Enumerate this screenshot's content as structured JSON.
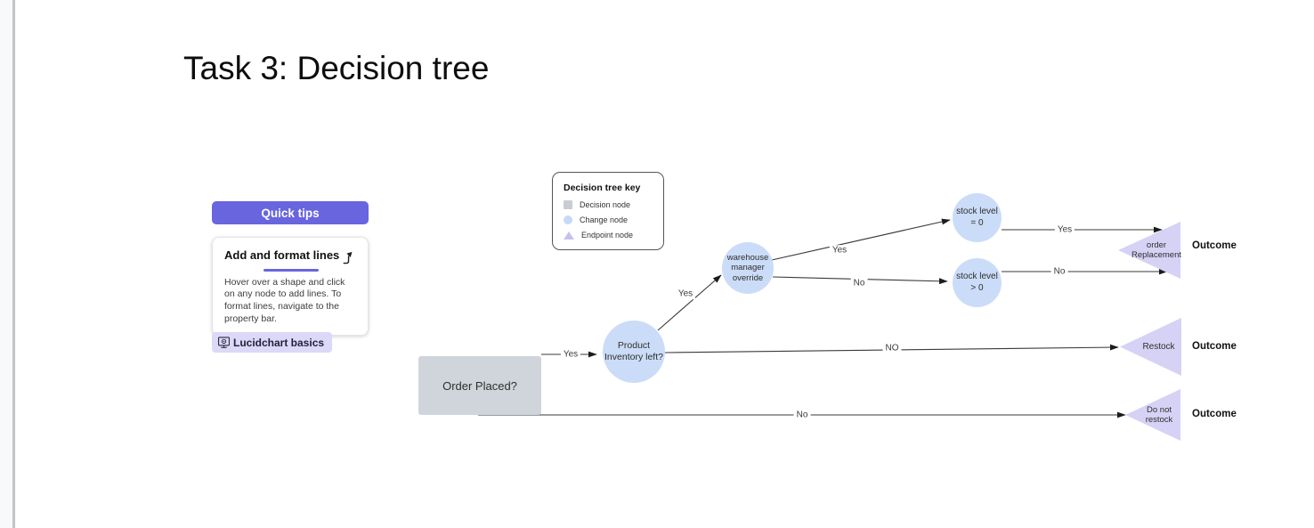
{
  "title": "Task 3: Decision tree",
  "tips": {
    "button_label": "Quick tips",
    "card": {
      "title": "Add and format lines",
      "body": "Hover over a shape and click on any node to add lines. To format lines, navigate to the property bar."
    },
    "basics_label": "Lucidchart basics"
  },
  "legend": {
    "title": "Decision tree key",
    "items": [
      {
        "label": "Decision node",
        "shape": "square",
        "color": "#c9cdd2"
      },
      {
        "label": "Change node",
        "shape": "circle",
        "color": "#c7d9f7"
      },
      {
        "label": "Endpoint node",
        "shape": "triangle",
        "color": "#c7c1ee"
      }
    ]
  },
  "diagram": {
    "nodes": {
      "order_placed": {
        "label": "Order Placed?",
        "type": "decision"
      },
      "product_inventory": {
        "label": "Product Inventory left?",
        "type": "chance"
      },
      "warehouse_override": {
        "label": "warehouse manager override",
        "type": "chance"
      },
      "stock_zero": {
        "label": "stock level = 0",
        "type": "chance"
      },
      "stock_positive": {
        "label": "stock level > 0",
        "type": "chance"
      },
      "order_replacement": {
        "label": "order Replacement",
        "type": "endpoint"
      },
      "restock": {
        "label": "Restock",
        "type": "endpoint"
      },
      "do_not_restock": {
        "label": "Do not restock",
        "type": "endpoint"
      }
    },
    "edges": [
      {
        "from": "order_placed",
        "to": "product_inventory",
        "label": "Yes"
      },
      {
        "from": "product_inventory",
        "to": "warehouse_override",
        "label": "Yes"
      },
      {
        "from": "warehouse_override",
        "to": "stock_zero",
        "label": "Yes"
      },
      {
        "from": "warehouse_override",
        "to": "stock_positive",
        "label": "No"
      },
      {
        "from": "stock_zero",
        "to": "order_replacement",
        "label": "Yes"
      },
      {
        "from": "stock_positive",
        "to": "order_replacement",
        "label": "No"
      },
      {
        "from": "product_inventory",
        "to": "restock",
        "label": "NO"
      },
      {
        "from": "order_placed",
        "to": "do_not_restock",
        "label": "No"
      }
    ],
    "outcome_label": "Outcome"
  },
  "colors": {
    "accent_purple": "#6865df",
    "node_blue": "#cbdcf8",
    "node_gray": "#cfd5da",
    "endpoint_purple": "#d6d2f5",
    "pill_purple": "#dcd8f8",
    "line": "#3a3a3a"
  }
}
